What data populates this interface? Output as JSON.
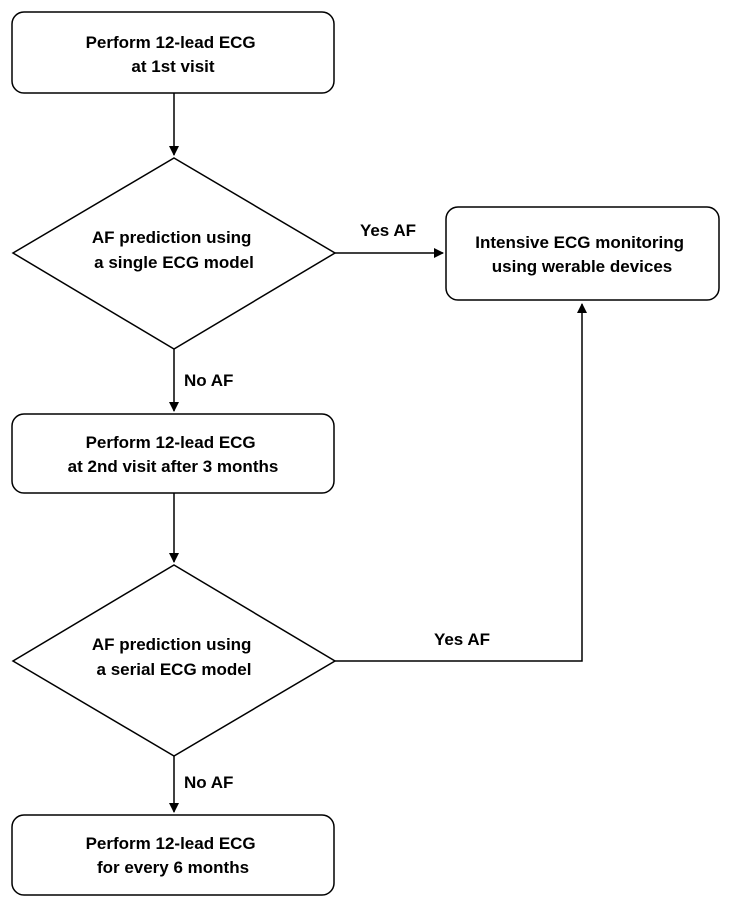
{
  "diagram": {
    "colors": {
      "stroke": "#000000",
      "fill": "#ffffff",
      "text": "#000000"
    },
    "nodes": {
      "first_ecg": {
        "shape": "rounded-rect",
        "lines": [
          "Perform 12-lead ECG",
          "at 1st visit"
        ]
      },
      "single_pred": {
        "shape": "diamond",
        "lines": [
          "AF prediction using",
          "a single ECG model"
        ]
      },
      "intensive": {
        "shape": "rounded-rect",
        "lines": [
          "Intensive ECG monitoring",
          "using werable devices"
        ]
      },
      "second_ecg": {
        "shape": "rounded-rect",
        "lines": [
          "Perform 12-lead ECG",
          "at 2nd visit after 3 months"
        ]
      },
      "serial_pred": {
        "shape": "diamond",
        "lines": [
          "AF prediction using",
          "a serial ECG model"
        ]
      },
      "periodic_ecg": {
        "shape": "rounded-rect",
        "lines": [
          "Perform 12-lead ECG",
          "for every 6 months"
        ]
      }
    },
    "edges": {
      "first_to_single": {
        "label": ""
      },
      "single_to_intensive": {
        "label": "Yes AF"
      },
      "single_to_second": {
        "label": "No AF"
      },
      "second_to_serial": {
        "label": ""
      },
      "serial_to_intensive": {
        "label": "Yes AF"
      },
      "serial_to_periodic": {
        "label": "No AF"
      }
    }
  }
}
